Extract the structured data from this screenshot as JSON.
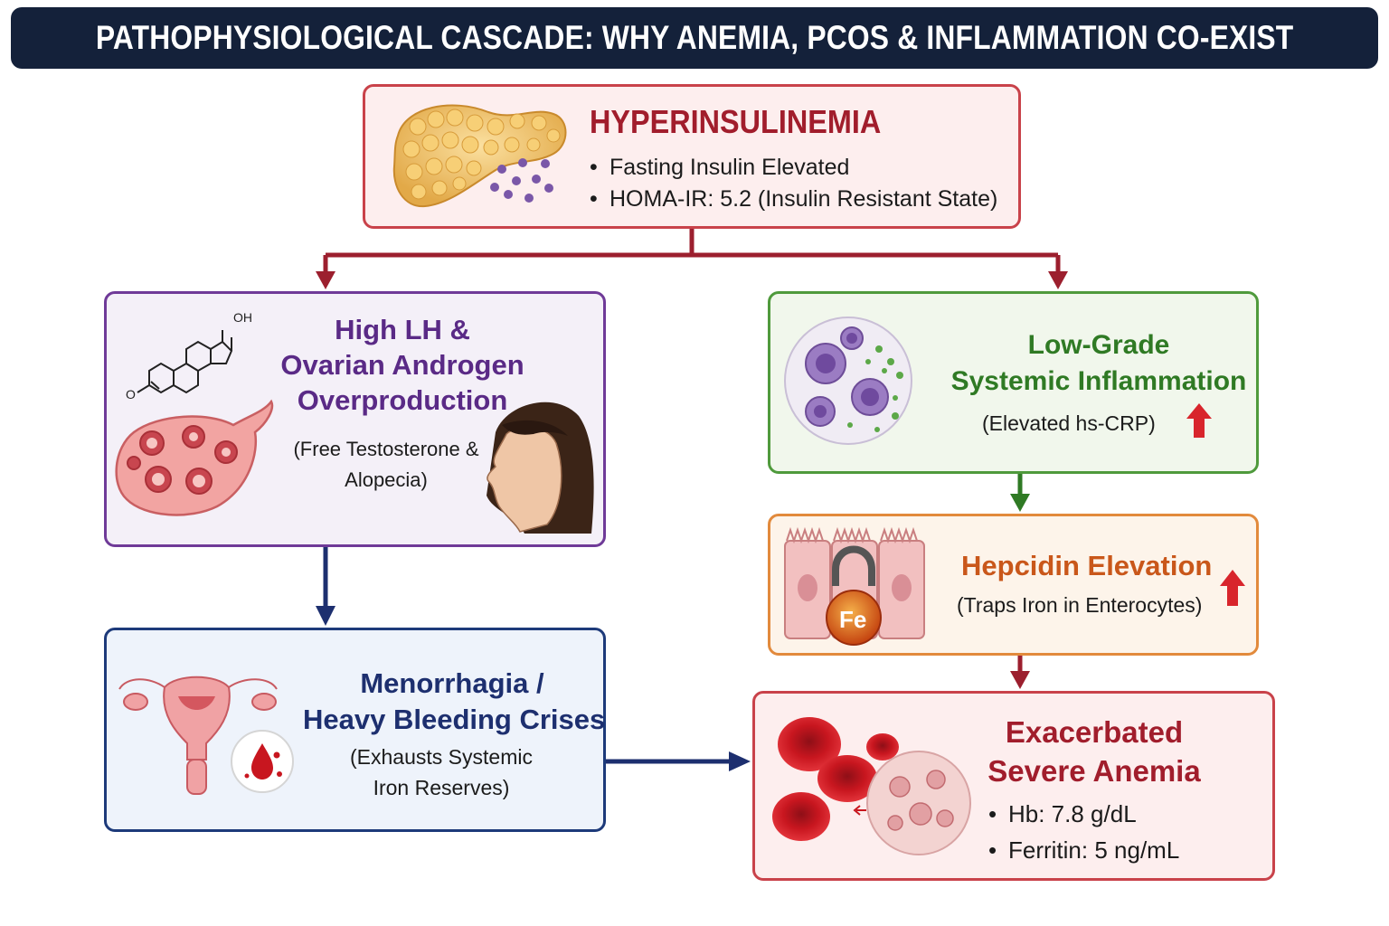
{
  "title": "PATHOPHYSIOLOGICAL CASCADE: WHY ANEMIA, PCOS & INFLAMMATION CO-EXIST",
  "colors": {
    "title_bg": "#14213a",
    "red_heading": "#a11d2c",
    "purple_heading": "#5a2a86",
    "green_heading": "#2f7a24",
    "orange_heading": "#c9571a",
    "navy_heading": "#1d2f6f",
    "arrow_red": "#9c1f2e",
    "arrow_navy": "#1d2f6f",
    "arrow_green": "#2f7a24"
  },
  "nodes": {
    "hyperinsulinemia": {
      "heading": "HYPERINSULINEMIA",
      "bullets": [
        "Fasting Insulin Elevated",
        "HOMA-IR: 5.2 (Insulin Resistant State)"
      ],
      "icon": "pancreas-icon"
    },
    "lh": {
      "heading_lines": [
        "High LH &",
        "Ovarian Androgen",
        "Overproduction"
      ],
      "detail_lines": [
        "(Free Testosterone &",
        "Alopecia)"
      ],
      "molecule_label": "OH",
      "molecule_o_label": "O",
      "icons": [
        "testosterone-molecule-icon",
        "polycystic-ovary-icon",
        "woman-profile-icon"
      ]
    },
    "inflammation": {
      "heading_lines": [
        "Low-Grade",
        "Systemic Inflammation"
      ],
      "detail": "(Elevated hs-CRP)",
      "trend": "up",
      "icon": "immune-cells-icon"
    },
    "hepcidin": {
      "heading": "Hepcidin Elevation",
      "detail": "(Traps Iron in Enterocytes)",
      "lock_label": "Fe",
      "trend": "up",
      "icon": "enterocyte-lock-icon"
    },
    "menorrhagia": {
      "heading_lines": [
        "Menorrhagia /",
        "Heavy Bleeding Crises"
      ],
      "detail_lines": [
        "(Exhausts Systemic",
        "Iron Reserves)"
      ],
      "icons": [
        "uterus-icon",
        "blood-drop-icon"
      ]
    },
    "anemia": {
      "heading_lines": [
        "Exacerbated",
        "Severe Anemia"
      ],
      "bullets": [
        "Hb: 7.8 g/dL",
        "Ferritin: 5 ng/mL"
      ],
      "icon": "red-blood-cells-icon"
    }
  },
  "edges": [
    {
      "from": "hyperinsulinemia",
      "to": "lh"
    },
    {
      "from": "hyperinsulinemia",
      "to": "inflammation"
    },
    {
      "from": "lh",
      "to": "menorrhagia"
    },
    {
      "from": "inflammation",
      "to": "hepcidin"
    },
    {
      "from": "hepcidin",
      "to": "anemia"
    },
    {
      "from": "menorrhagia",
      "to": "anemia"
    }
  ]
}
